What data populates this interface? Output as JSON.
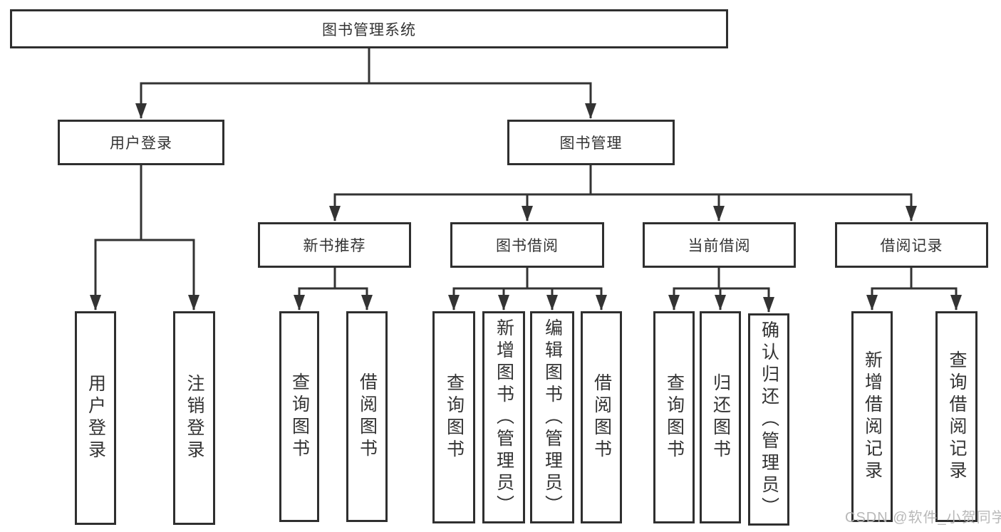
{
  "tree": {
    "root": {
      "label": "图书管理系统"
    },
    "branches": [
      {
        "label": "用户登录",
        "leaves": [
          {
            "label": "用户登录"
          },
          {
            "label": "注销登录"
          }
        ]
      },
      {
        "label": "图书管理",
        "groups": [
          {
            "label": "新书推荐",
            "leaves": [
              {
                "label": "查询图书"
              },
              {
                "label": "借阅图书"
              }
            ]
          },
          {
            "label": "图书借阅",
            "leaves": [
              {
                "label": "查询图书"
              },
              {
                "label": "新增图书（管理员）"
              },
              {
                "label": "编辑图书（管理员）"
              },
              {
                "label": "借阅图书"
              }
            ]
          },
          {
            "label": "当前借阅",
            "leaves": [
              {
                "label": "查询图书"
              },
              {
                "label": "归还图书"
              },
              {
                "label": "确认归还（管理员）"
              }
            ]
          },
          {
            "label": "借阅记录",
            "leaves": [
              {
                "label": "新增借阅记录"
              },
              {
                "label": "查询借阅记录"
              }
            ]
          }
        ]
      }
    ]
  },
  "watermark": {
    "text": "CSDN @软件_小贺同学"
  },
  "colors": {
    "line": "#333333",
    "box_border": "#2f2f2f",
    "text": "#333333",
    "watermark": "#b3b3b3",
    "background": "#ffffff"
  }
}
